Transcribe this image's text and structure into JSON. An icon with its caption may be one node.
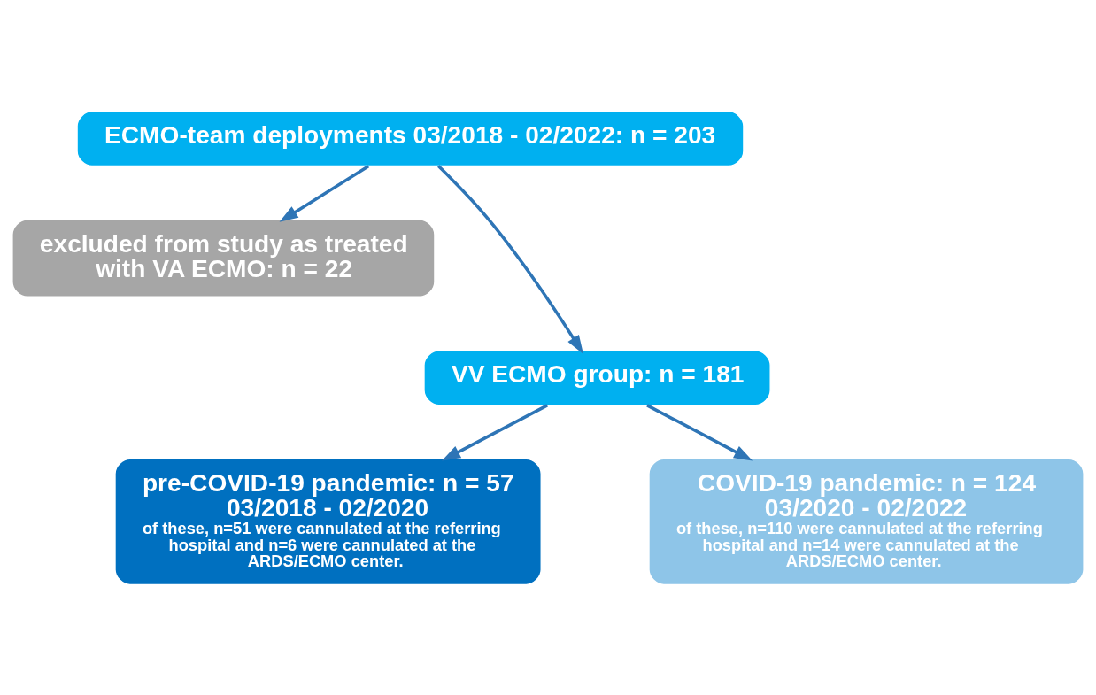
{
  "diagram": {
    "nodes": [
      {
        "text": [
          "ECMO-team deployments 03/2018 - 02/2022: n = 203"
        ]
      },
      {
        "text": [
          "excluded from study as treated with VA ECMO: n = 22"
        ]
      },
      {
        "text": [
          "VV ECMO group: n = 181"
        ]
      },
      {
        "text": [
          "pre-COVID-19 pandemic: n = 57",
          "03/2018 - 02/2020",
          "of these, n=51 were cannulated at the referring hospital and n=6 were cannulated at the ARDS/ECMO center."
        ]
      },
      {
        "text": [
          "COVID-19 pandemic: n = 124",
          "03/2020 - 02/2022",
          "of these, n=110 were cannulated at the referring hospital and n=14 were cannulated at the ARDS/ECMO center."
        ]
      }
    ],
    "edges": [
      {
        "from": 0,
        "to": 2,
        "arrow": "to"
      },
      {
        "from": 0,
        "to": 1,
        "arrow": "to"
      },
      {
        "from": 2,
        "to": 3,
        "arrow": "to"
      },
      {
        "from": 2,
        "to": 4,
        "arrow": "to"
      }
    ]
  }
}
